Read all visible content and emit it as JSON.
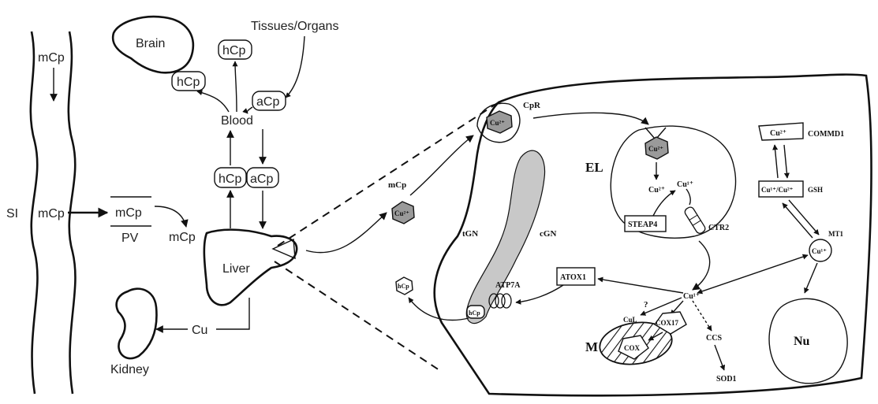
{
  "left_panel": {
    "mcp_top": "mCp",
    "si": "SI",
    "mcp_si": "mCp",
    "mcp_pv": "mCp",
    "pv": "PV",
    "mcp_liver": "mCp",
    "liver": "Liver",
    "brain": "Brain",
    "hcp_brain": "hCp",
    "tissues": "Tissues/Organs",
    "hcp_tissues": "hCp",
    "acp_tissues": "aCp",
    "blood": "Blood",
    "hcp_mid": "hCp",
    "acp_mid": "aCp",
    "cu": "Cu",
    "kidney": "Kidney"
  },
  "cell_panel": {
    "cpr": "CpR",
    "cu2_receptor": "Cu²⁺",
    "mcp": "mCp",
    "cu2_mcp": "Cu²⁺",
    "el": "EL",
    "cu2_el": "Cu²⁺",
    "cu2_inner": "Cu²⁺",
    "cu1_el": "Cu¹⁺",
    "steap4": "STEAP4",
    "ctr2": "CTR2",
    "tgn": "tGN",
    "cgn": "cGN",
    "atp7a": "ATP7A",
    "atox1": "ATOX1",
    "hcp_golgi": "hCp",
    "hcp_out": "hCp",
    "cu1_center": "Cu¹⁺",
    "question": "?",
    "cul": "CuL",
    "cox17": "COX17",
    "ccs": "CCS",
    "m": "M",
    "cox": "COX",
    "sod1": "SOD1",
    "cu2_commd": "Cu²⁺",
    "commd1": "COMMD1",
    "cu_gsh": "Cu¹⁺/Cu²⁺",
    "gsh": "GSH",
    "mt1": "MT1",
    "cu1_mt1": "Cu¹⁺",
    "nu": "Nu"
  }
}
